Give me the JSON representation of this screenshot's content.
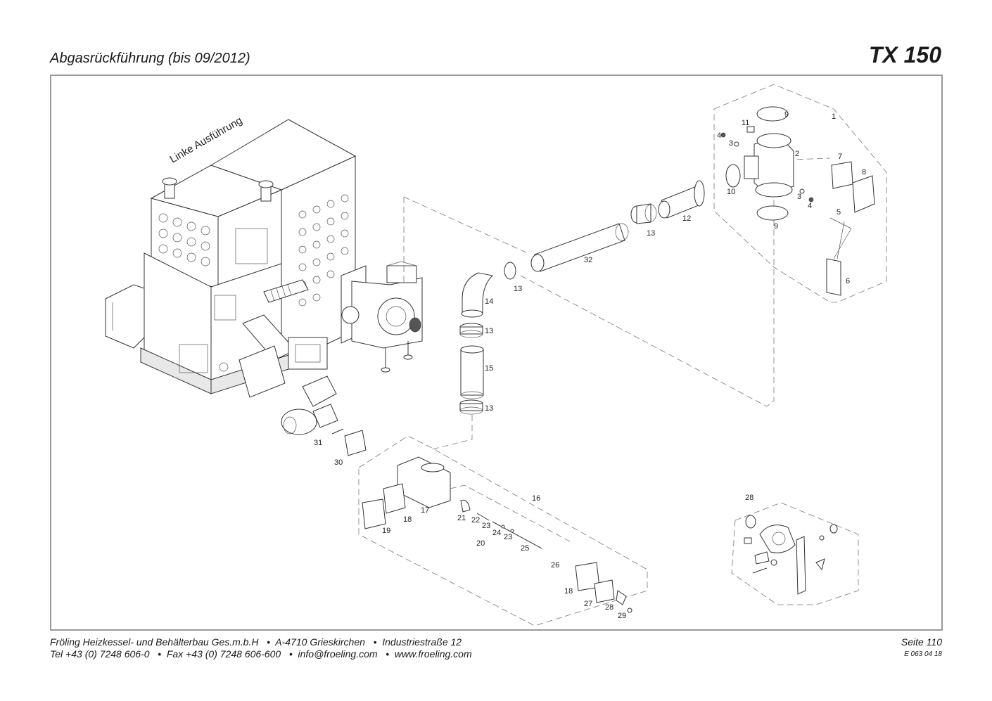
{
  "header": {
    "title": "Abgasrückführung (bis 09/2012)",
    "model": "TX 150"
  },
  "drawing": {
    "variant_label": "Linke Ausführung",
    "callouts": [
      "1",
      "2",
      "3",
      "3",
      "4",
      "4",
      "5",
      "6",
      "7",
      "8",
      "9",
      "9",
      "10",
      "11",
      "12",
      "13",
      "13",
      "13",
      "13",
      "14",
      "15",
      "16",
      "17",
      "18",
      "18",
      "19",
      "20",
      "21",
      "22",
      "23",
      "23",
      "24",
      "25",
      "26",
      "27",
      "28",
      "28",
      "29",
      "30",
      "31",
      "32"
    ]
  },
  "footer": {
    "line1": "Fröling Heizkessel- und Behälterbau Ges.m.b.H   •  A-4710 Grieskirchen   •  Industriestraße 12",
    "line2": "Tel +43 (0) 7248 606-0   •  Fax +43 (0) 7248 606-600   •  info@froeling.com   •  www.froeling.com",
    "page": "Seite 110",
    "doc_number": "E 063 04 18"
  }
}
